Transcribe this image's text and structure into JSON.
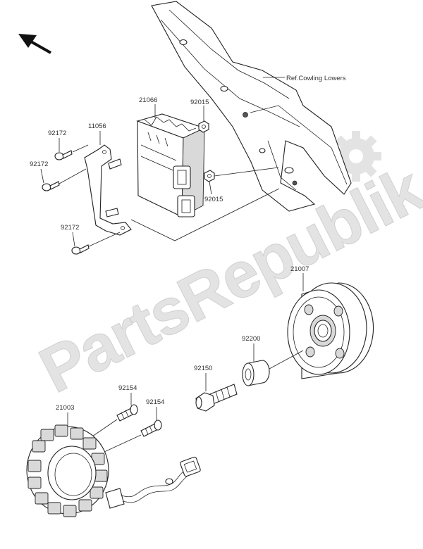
{
  "watermark": {
    "text": "PartsRepublik"
  },
  "direction_arrow": {
    "icon": "arrow-up-left-icon"
  },
  "reference_note": {
    "text": "Ref.Cowling Lowers"
  },
  "part_labels": {
    "regulator": "21066",
    "bracket": "11056",
    "bolt_upper_left": "92172",
    "bolt_middle_left": "92172",
    "bolt_lower_left": "92172",
    "nut_upper": "92015",
    "nut_lower": "92015",
    "rotor": "21007",
    "collar": "92200",
    "rotor_bolt": "92150",
    "stator_bolt_upper": "92154",
    "stator_bolt_right": "92154",
    "stator": "21003"
  },
  "colors": {
    "line": "#222222",
    "watermark": "#e3e3e3",
    "shade": "#d9d9d9"
  }
}
